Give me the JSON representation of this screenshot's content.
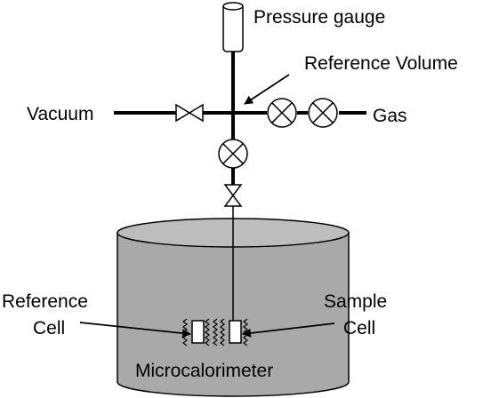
{
  "labels": {
    "pressure_gauge": "Pressure gauge",
    "reference_volume": "Reference Volume",
    "vacuum": "Vacuum",
    "gas": "Gas",
    "reference_cell_line1": "Reference",
    "reference_cell_line2": "Cell",
    "sample_cell_line1": "Sample",
    "sample_cell_line2": "Cell",
    "microcalorimeter": "Microcalorimeter"
  },
  "colors": {
    "line": "#000000",
    "calorimeter_body": "#a9a9a9",
    "calorimeter_top": "#bdbdbd",
    "gauge_fill": "#ffffff",
    "cell_fill": "#ffffff"
  }
}
